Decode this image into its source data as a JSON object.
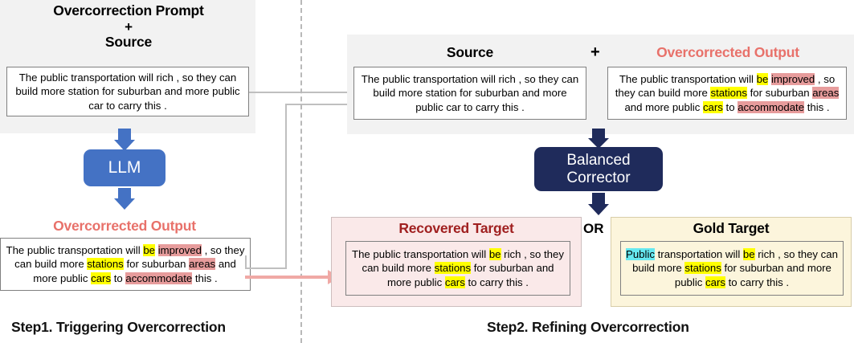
{
  "diagram": {
    "title": "Overcorrection pipeline",
    "colors": {
      "panel_bg": "#F2F2F2",
      "llm_blue": "#4472C4",
      "corrector_navy": "#1F2B5B",
      "salmon_heading": "#E8716A",
      "darkred_heading": "#A02020",
      "highlight_yellow": "#FFFF00",
      "highlight_red": "#E79C9C",
      "highlight_cyan": "#66E8F0",
      "pink_arrow": "#F0A9A5",
      "connector_gray": "#BFBFBF",
      "recovered_panel_bg": "#FAE9E9",
      "gold_panel_bg": "#FCF5DC"
    }
  },
  "step1": {
    "label": "Step1. Triggering Overcorrection",
    "prompt_heading_line1": "Overcorrection Prompt",
    "prompt_heading_plus": "+",
    "prompt_heading_line2": "Source",
    "source_text": "The public transportation will rich , so they can build more station for suburban and more public car to carry this .",
    "llm_label": "LLM",
    "output_heading": "Overcorrected Output",
    "output_segments": [
      {
        "text": "The public transportation will ",
        "highlight": "none"
      },
      {
        "text": "be",
        "highlight": "yellow"
      },
      {
        "text": " ",
        "highlight": "none"
      },
      {
        "text": "improved",
        "highlight": "red"
      },
      {
        "text": " , so they can build more ",
        "highlight": "none"
      },
      {
        "text": "stations",
        "highlight": "yellow"
      },
      {
        "text": " for suburban ",
        "highlight": "none"
      },
      {
        "text": "areas",
        "highlight": "red"
      },
      {
        "text": " and more public ",
        "highlight": "none"
      },
      {
        "text": "cars",
        "highlight": "yellow"
      },
      {
        "text": " to ",
        "highlight": "none"
      },
      {
        "text": "accommodate",
        "highlight": "red"
      },
      {
        "text": " this .",
        "highlight": "none"
      }
    ]
  },
  "step2": {
    "label": "Step2. Refining Overcorrection",
    "source_heading": "Source",
    "plus": "+",
    "source_text": "The public transportation will rich , so they can build more station for suburban and more public car to carry this .",
    "overcorrected_heading": "Overcorrected Output",
    "overcorrected_segments": [
      {
        "text": "The public transportation will ",
        "highlight": "none"
      },
      {
        "text": "be",
        "highlight": "yellow"
      },
      {
        "text": " ",
        "highlight": "none"
      },
      {
        "text": "improved",
        "highlight": "red"
      },
      {
        "text": " , so they can build more ",
        "highlight": "none"
      },
      {
        "text": "stations",
        "highlight": "yellow"
      },
      {
        "text": " for suburban ",
        "highlight": "none"
      },
      {
        "text": "areas",
        "highlight": "red"
      },
      {
        "text": " and more public ",
        "highlight": "none"
      },
      {
        "text": "cars",
        "highlight": "yellow"
      },
      {
        "text": " to ",
        "highlight": "none"
      },
      {
        "text": "accommodate",
        "highlight": "red"
      },
      {
        "text": " this .",
        "highlight": "none"
      }
    ],
    "corrector_label_line1": "Balanced",
    "corrector_label_line2": "Corrector",
    "or_label": "OR",
    "recovered_heading": "Recovered Target",
    "recovered_segments": [
      {
        "text": "The public transportation will ",
        "highlight": "none"
      },
      {
        "text": "be",
        "highlight": "yellow"
      },
      {
        "text": " rich , so they can build more ",
        "highlight": "none"
      },
      {
        "text": "stations",
        "highlight": "yellow"
      },
      {
        "text": " for suburban and more public ",
        "highlight": "none"
      },
      {
        "text": "cars",
        "highlight": "yellow"
      },
      {
        "text": " to carry this .",
        "highlight": "none"
      }
    ],
    "gold_heading": "Gold Target",
    "gold_segments": [
      {
        "text": "Public",
        "highlight": "cyan"
      },
      {
        "text": " transportation will ",
        "highlight": "none"
      },
      {
        "text": "be",
        "highlight": "yellow"
      },
      {
        "text": " rich , so they can build more ",
        "highlight": "none"
      },
      {
        "text": "stations",
        "highlight": "yellow"
      },
      {
        "text": " for suburban and more public ",
        "highlight": "none"
      },
      {
        "text": "cars",
        "highlight": "yellow"
      },
      {
        "text": " to carry this .",
        "highlight": "none"
      }
    ]
  }
}
